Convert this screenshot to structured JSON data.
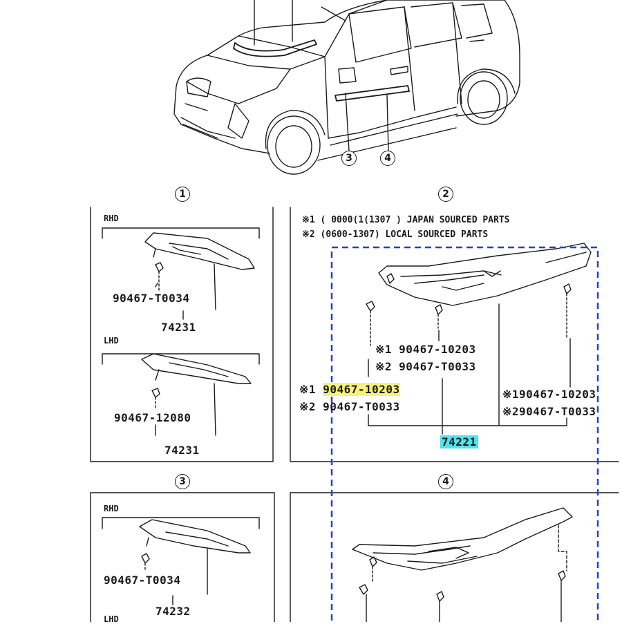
{
  "callouts": {
    "one": "1",
    "two": "2",
    "three": "3",
    "four": "4",
    "car_three": "3",
    "car_four": "4"
  },
  "panel1": {
    "rhd_tag": "RHD",
    "lhd_tag": "LHD",
    "rhd_clip": "90467-T0034",
    "rhd_part": "74231",
    "lhd_clip": "90467-12080",
    "lhd_part": "74231"
  },
  "panel2": {
    "note1": "※1 (       0000(1(1307       ) JAPAN SOURCED PARTS",
    "note2": "※2 (0600-1307) LOCAL SOURCED PARTS",
    "center_clip_1": "※1 90467-10203",
    "center_clip_2": "※2 90467-T0033",
    "left_clip_1_mark": "※1",
    "left_clip_1_num": "90467-10203",
    "left_clip_2": "※2 90467-T0033",
    "right_clip_1": "※190467-10203",
    "right_clip_2": "※290467-T0033",
    "part": "74221",
    "highlight_color": "#4fe3ef",
    "box_color": "#1f3fd6"
  },
  "panel3": {
    "rhd_tag": "RHD",
    "rhd_clip": "90467-T0034",
    "rhd_part": "74232",
    "lhd_tag": "LHD"
  }
}
